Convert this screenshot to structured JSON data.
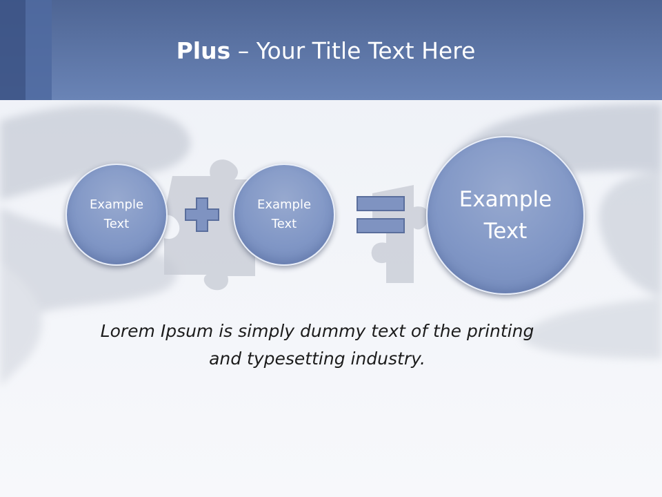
{
  "title": {
    "bold": "Plus",
    "rest": " – Your Title Text Here"
  },
  "left_circle": {
    "line1": "Example",
    "line2": "Text"
  },
  "middle_circle": {
    "line1": "Example",
    "line2": "Text"
  },
  "result_circle": {
    "line1": "Example",
    "line2": "Text"
  },
  "body": {
    "line1": "Lorem Ipsum is simply dummy text of the printing",
    "line2": "and typesetting industry."
  },
  "icons": {
    "operator_1": "plus-icon",
    "operator_2": "equals-icon"
  },
  "colors": {
    "header": "#6a84b6",
    "circle_fill": "#8197c6",
    "operator_fill": "#7f93c1",
    "operator_stroke": "#5a6e9c"
  }
}
